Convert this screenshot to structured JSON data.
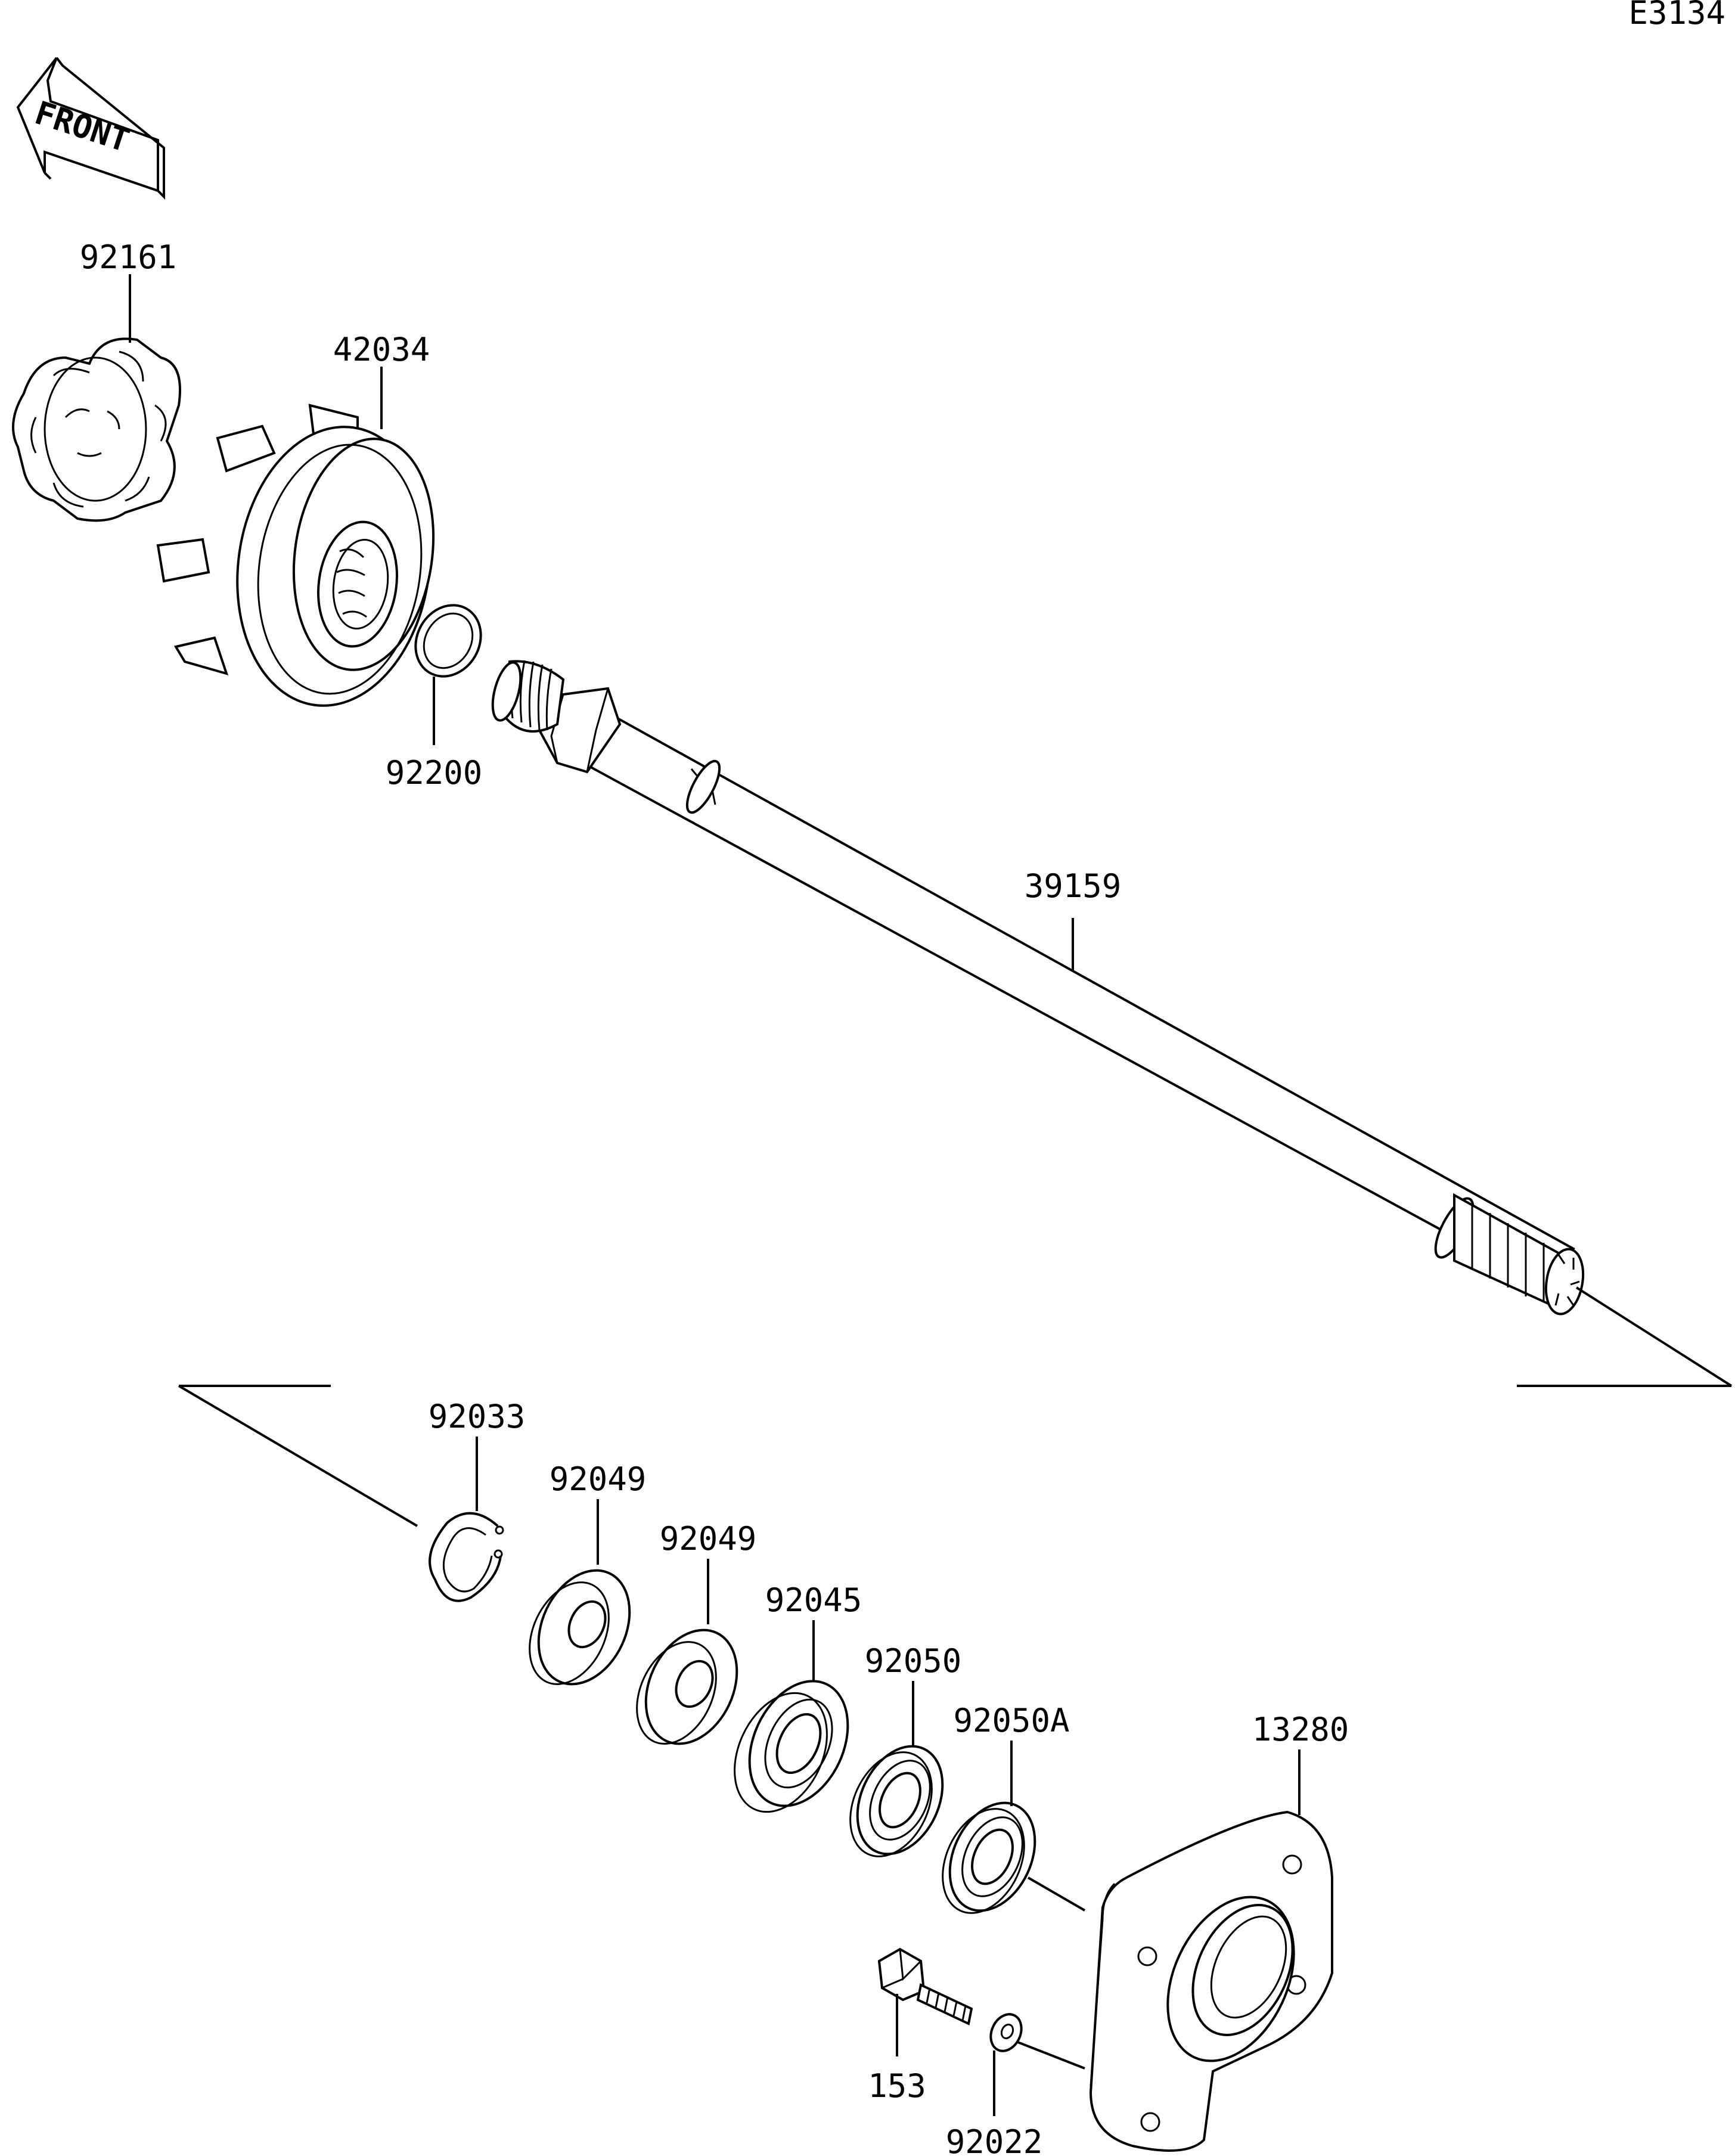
{
  "diagram_code": "E3134",
  "front_label": "FRONT",
  "parts": {
    "p92161": "92161",
    "p42034": "42034",
    "p92200": "92200",
    "p39159": "39159",
    "p92033": "92033",
    "p92049a": "92049",
    "p92049b": "92049",
    "p92045": "92045",
    "p92050": "92050",
    "p92050A": "92050A",
    "p13280": "13280",
    "p153": "153",
    "p92022": "92022"
  }
}
